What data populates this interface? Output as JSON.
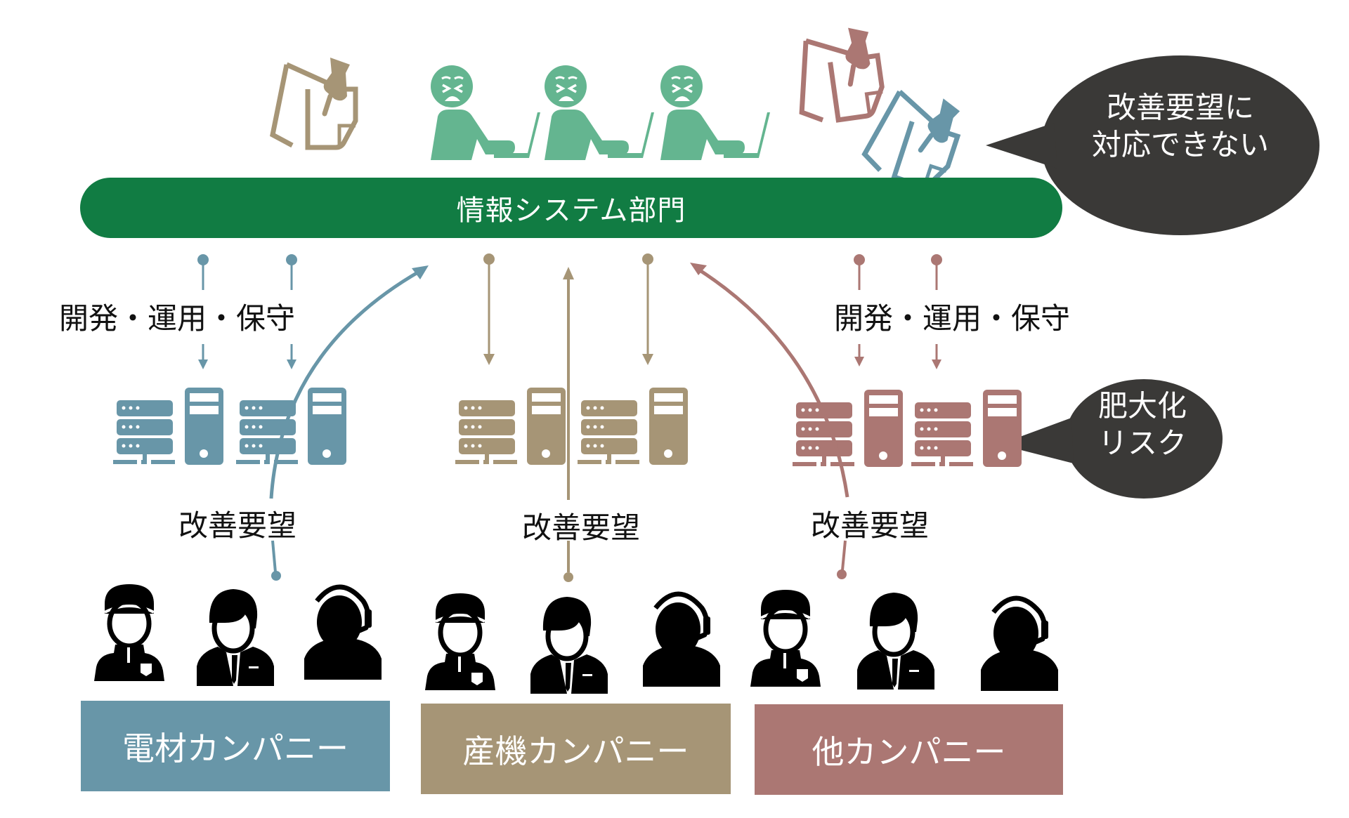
{
  "colors": {
    "it_green": "#117c43",
    "worker_green": "#64b590",
    "blue": "#6896a8",
    "tan": "#a69576",
    "rose": "#ab7773",
    "bubble": "#3a3937",
    "person": "#000000"
  },
  "it_department": {
    "label": "情報システム部門"
  },
  "bubbles": {
    "main": {
      "line1": "改善要望に",
      "line2": "対応できない"
    },
    "risk": {
      "line1": "肥大化",
      "line2": "リスク"
    }
  },
  "flow_labels": {
    "dev_ops_left": "開発・運用・保守",
    "dev_ops_right": "開発・運用・保守",
    "request_blue": "改善要望",
    "request_tan": "改善要望",
    "request_rose": "改善要望"
  },
  "companies": [
    {
      "name": "電材カンパニー",
      "color": "#6896a8"
    },
    {
      "name": "産機カンパニー",
      "color": "#a69576"
    },
    {
      "name": "他カンパニー",
      "color": "#ab7773"
    }
  ],
  "icons": {
    "sticky_notes": [
      "sticky-note-icon",
      "sticky-note-icon",
      "sticky-note-icon"
    ],
    "it_staff": [
      "frustrated-worker-icon",
      "frustrated-worker-icon",
      "frustrated-worker-icon"
    ],
    "servers": [
      "server-icon"
    ],
    "people": [
      "field-worker-icon",
      "businessman-icon",
      "operator-icon"
    ]
  }
}
